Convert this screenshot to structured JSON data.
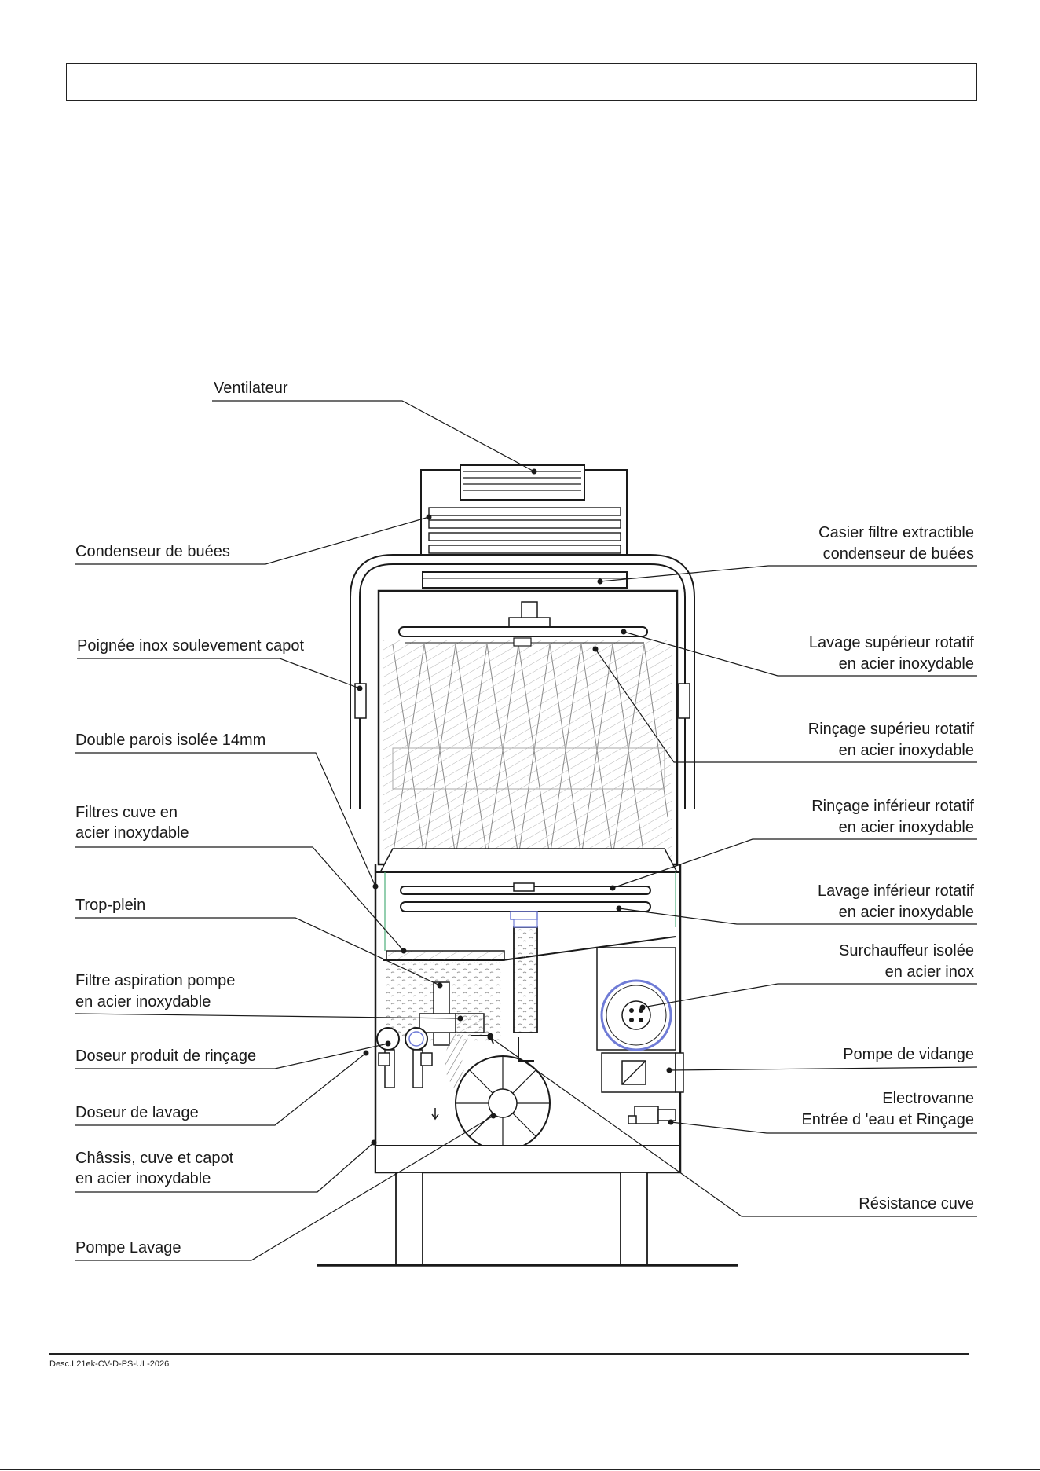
{
  "labels": {
    "ventilateur": "Ventilateur",
    "condenseur": "Condenseur de buées",
    "poignee": "Poignée inox soulevement capot",
    "double_parois": "Double parois isolée 14mm",
    "filtres_cuve_1": "Filtres cuve en",
    "filtres_cuve_2": "acier inoxydable",
    "trop_plein": "Trop-plein",
    "filtre_aspiration_1": "Filtre aspiration pompe",
    "filtre_aspiration_2": "en acier inoxydable",
    "doseur_rincage": "Doseur produit de rinçage",
    "doseur_lavage": "Doseur de lavage",
    "chassis_1": "Châssis, cuve et capot",
    "chassis_2": "en acier inoxydable",
    "pompe_lavage": "Pompe Lavage",
    "casier_1": "Casier filtre extractible",
    "casier_2": "condenseur de buées",
    "lavage_sup_1": "Lavage supérieur rotatif",
    "lavage_sup_2": "en acier inoxydable",
    "rincage_sup_1": "Rinçage supérieu rotatif",
    "rincage_sup_2": "en acier inoxydable",
    "rincage_inf_1": "Rinçage inférieur rotatif",
    "rincage_inf_2": "en acier inoxydable",
    "lavage_inf_1": "Lavage inférieur rotatif",
    "lavage_inf_2": "en acier inoxydable",
    "surchauffeur_1": "Surchauffeur isolée",
    "surchauffeur_2": "en acier inox",
    "pompe_vidange": "Pompe de vidange",
    "electrovanne_1": "Electrovanne",
    "electrovanne_2": "Entrée d 'eau et  Rinçage",
    "resistance": "Résistance cuve"
  },
  "footer": {
    "doc_ref": "Desc.L21ek-CV-D-PS-UL-2026"
  },
  "colors": {
    "line": "#1a1a1a",
    "hatch": "#9a9a9a",
    "accent_blue": "#6f7bd6",
    "accent_green": "#4caf7a"
  }
}
